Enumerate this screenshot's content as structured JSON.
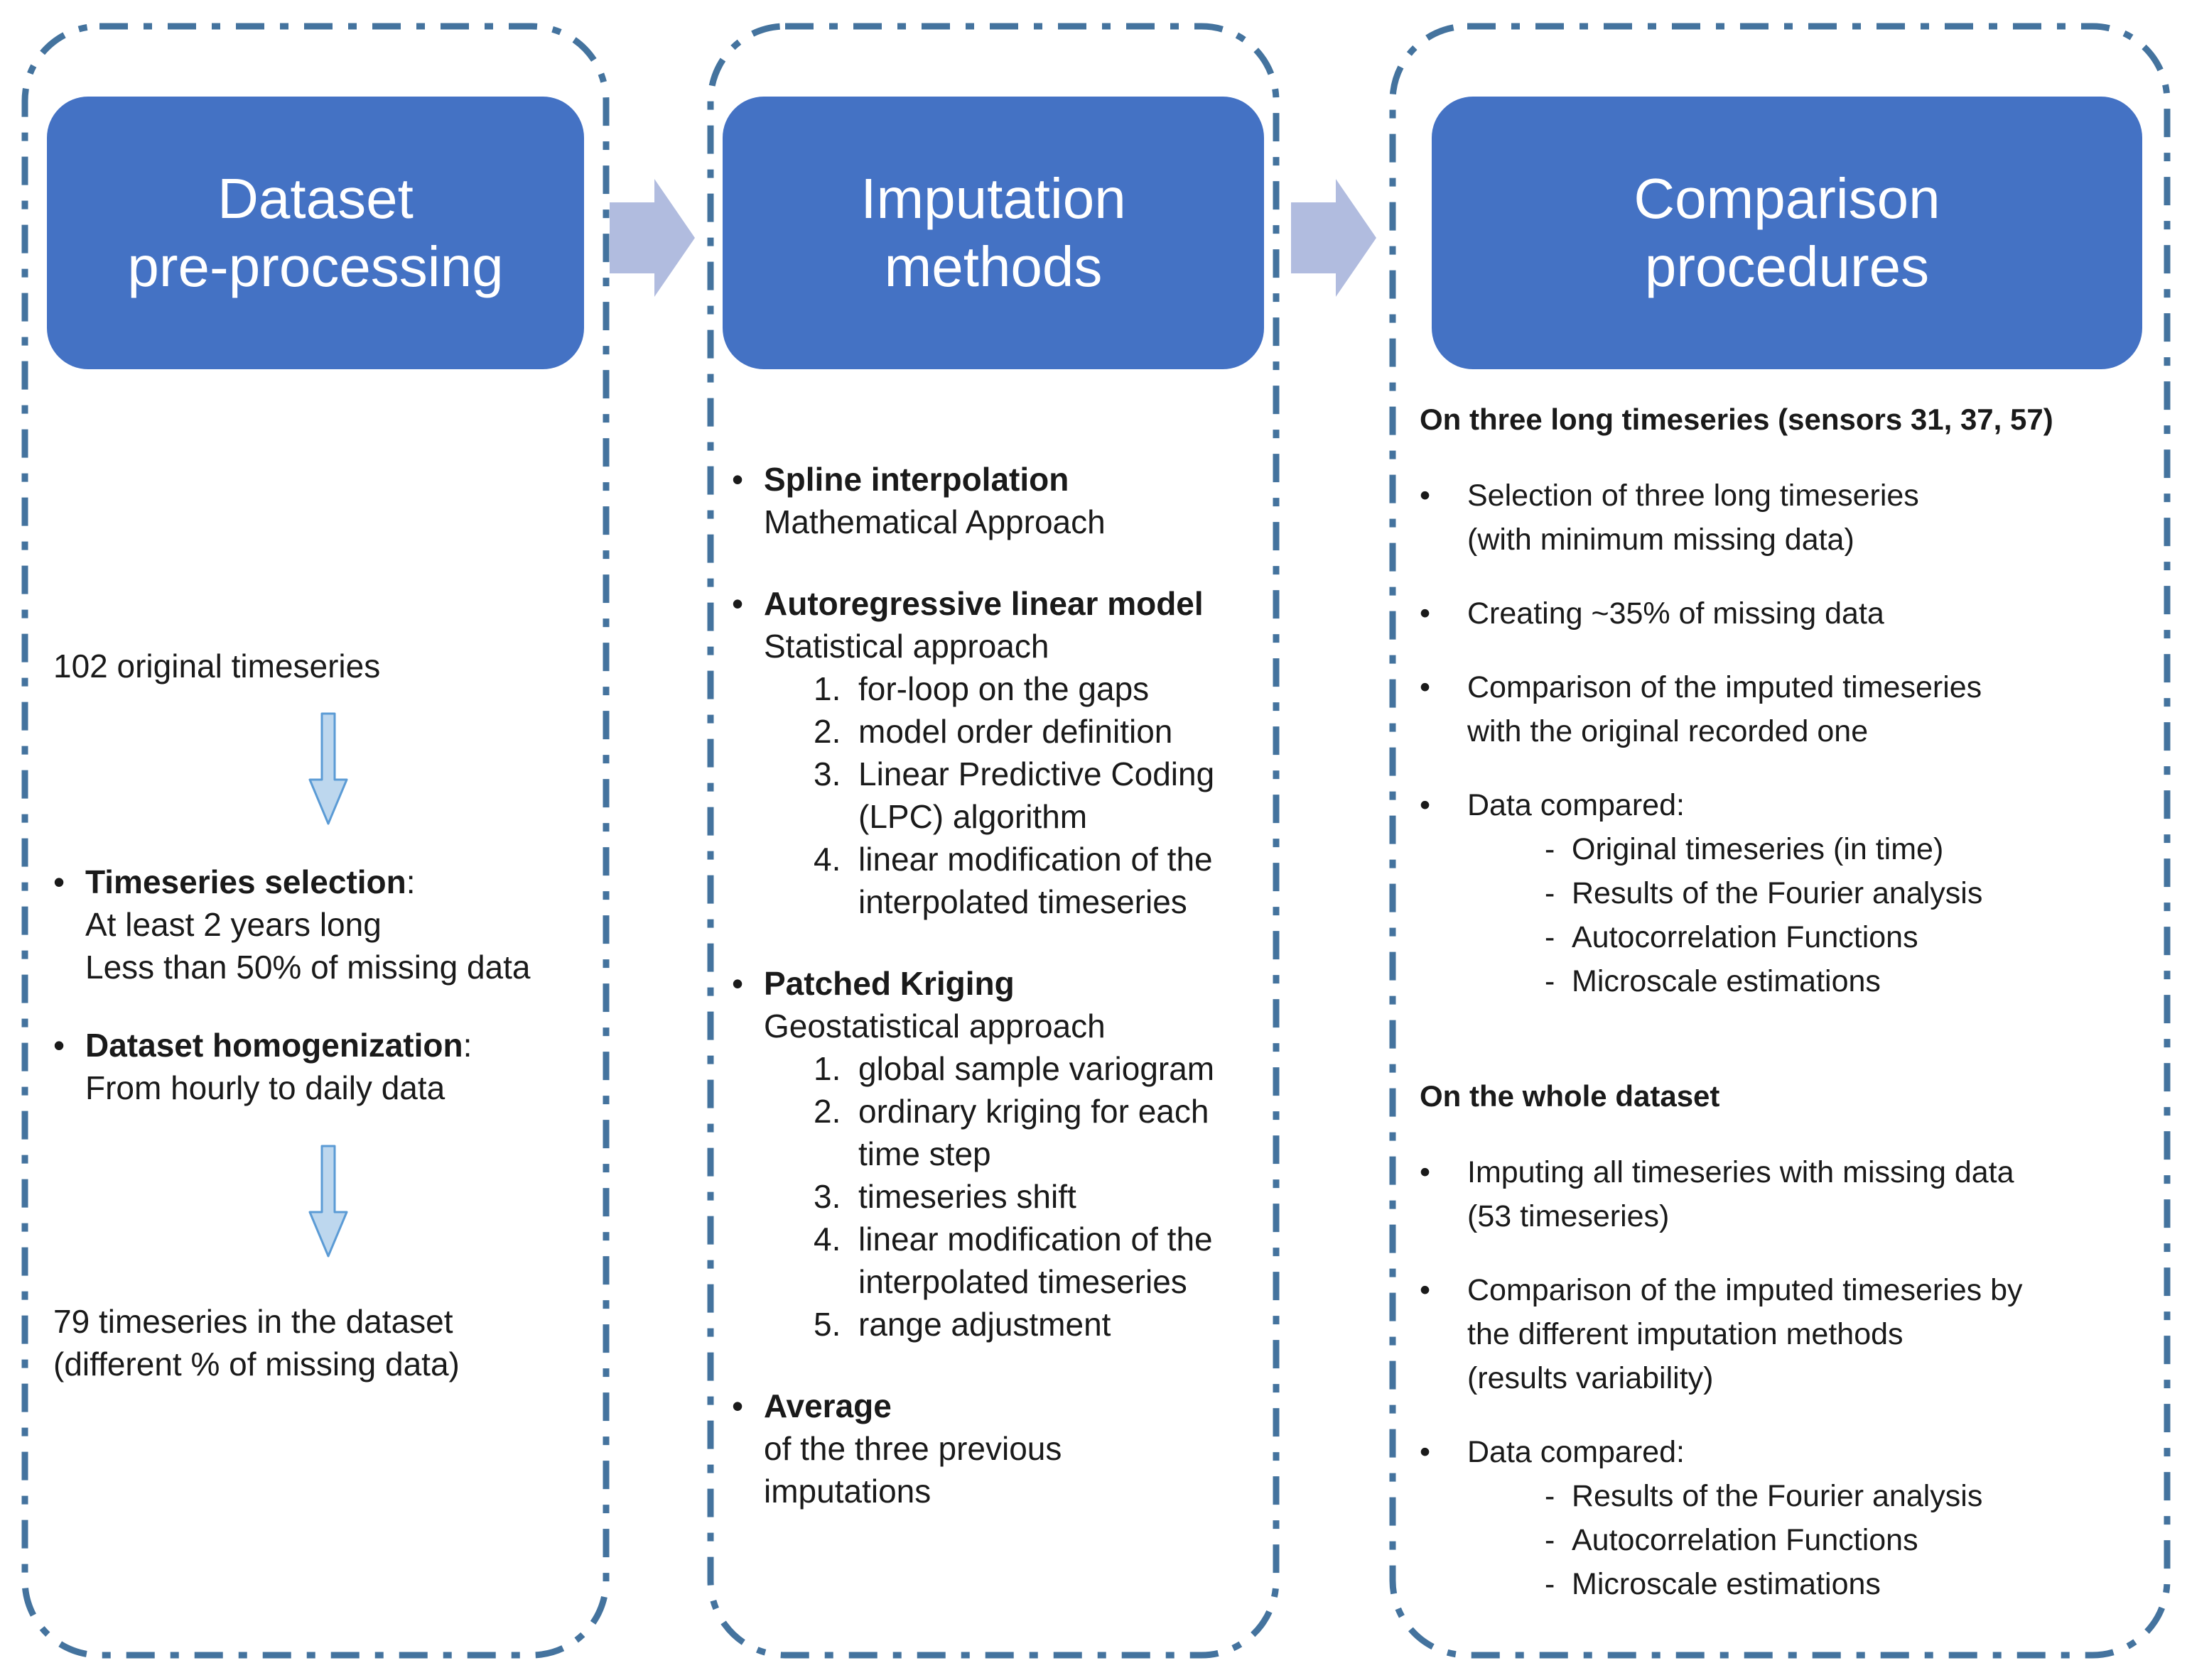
{
  "palette": {
    "header_fill": "#4472C4",
    "header_text": "#FFFFFF",
    "border_dash": "#44739E",
    "flow_arrow_fill": "#B1BCDF",
    "down_arrow_fill": "#BDD7EE",
    "down_arrow_stroke": "#5B9BD5",
    "body_text": "#1A1A1A"
  },
  "icons": {
    "flow_arrow": "block-arrow-right",
    "down_arrow": "block-arrow-down"
  },
  "columns": [
    {
      "header_lines": [
        "Dataset",
        "pre-processing"
      ],
      "intro": "102 original timeseries",
      "groups": [
        {
          "title": "Timeseries selection",
          "suffix": ":",
          "lines": [
            "At least 2 years long",
            "Less than 50% of missing data"
          ]
        },
        {
          "title": "Dataset homogenization",
          "suffix": ":",
          "lines": [
            "From hourly to daily data"
          ]
        }
      ],
      "outro_lines": [
        "79 timeseries in the dataset",
        "(different % of missing data)"
      ]
    },
    {
      "header_lines": [
        "Imputation",
        "methods"
      ],
      "methods": [
        {
          "name": "Spline interpolation",
          "desc_lines": [
            "Mathematical Approach"
          ],
          "steps": []
        },
        {
          "name": "Autoregressive linear model",
          "desc_lines": [
            "Statistical approach"
          ],
          "steps": [
            [
              "for-loop on the gaps"
            ],
            [
              "model order definition"
            ],
            [
              "Linear Predictive Coding",
              "(LPC) algorithm"
            ],
            [
              "linear modification of the",
              "interpolated timeseries"
            ]
          ]
        },
        {
          "name": "Patched Kriging",
          "desc_lines": [
            "Geostatistical approach"
          ],
          "steps": [
            [
              "global sample variogram"
            ],
            [
              "ordinary kriging for each",
              "time step"
            ],
            [
              "timeseries shift"
            ],
            [
              "linear modification of the",
              "interpolated timeseries"
            ],
            [
              "range adjustment"
            ]
          ]
        },
        {
          "name": "Average",
          "desc_lines": [
            "of the three previous",
            "imputations"
          ],
          "steps": []
        }
      ]
    },
    {
      "header_lines": [
        "Comparison",
        "procedures"
      ],
      "sections": [
        {
          "heading": "On three long timeseries (sensors 31, 37, 57)",
          "bullets": [
            {
              "lines": [
                "Selection of three long timeseries",
                "(with minimum missing data)"
              ]
            },
            {
              "lines": [
                "Creating ~35% of missing data"
              ]
            },
            {
              "lines": [
                "Comparison of the imputed timeseries",
                "with the original recorded one"
              ]
            },
            {
              "lines": [
                "Data compared:"
              ],
              "subitems": [
                "Original timeseries (in time)",
                "Results of the Fourier analysis",
                "Autocorrelation Functions",
                "Microscale estimations"
              ]
            }
          ]
        },
        {
          "heading": "On the whole dataset",
          "bullets": [
            {
              "lines": [
                "Imputing all timeseries with missing data",
                "(53 timeseries)"
              ]
            },
            {
              "lines": [
                "Comparison of the imputed timeseries by",
                "the different imputation methods",
                "(results variability)"
              ]
            },
            {
              "lines": [
                "Data compared:"
              ],
              "subitems": [
                "Results of the Fourier analysis",
                "Autocorrelation Functions",
                "Microscale estimations"
              ]
            }
          ]
        }
      ]
    }
  ]
}
